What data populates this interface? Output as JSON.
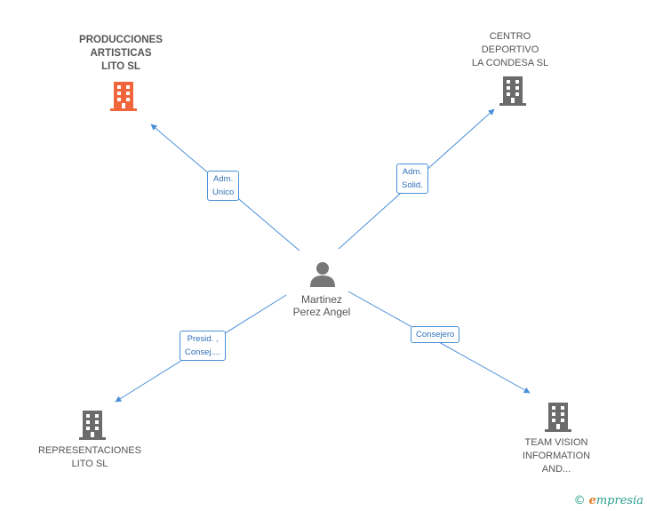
{
  "colors": {
    "edge": "#4a90d9",
    "building_main": "#f0653c",
    "building": "#6b6b6b",
    "person": "#777777"
  },
  "center": {
    "name_line1": "Martinez",
    "name_line2": "Perez Angel",
    "icon": "person-icon"
  },
  "companies": {
    "top_left": {
      "lines": [
        "PRODUCCIONES",
        "ARTISTICAS",
        "LITO SL"
      ],
      "icon": "building-icon"
    },
    "top_right": {
      "lines": [
        "CENTRO",
        "DEPORTIVO",
        "LA CONDESA SL"
      ],
      "icon": "building-icon"
    },
    "bottom_left": {
      "lines": [
        "REPRESENTACIONES",
        "LITO SL"
      ],
      "icon": "building-icon"
    },
    "bottom_right": {
      "lines": [
        "TEAM VISION",
        "INFORMATION",
        "AND..."
      ],
      "icon": "building-icon"
    }
  },
  "relations": {
    "top_left": [
      "Adm.",
      "Unico"
    ],
    "top_right": [
      "Adm.",
      "Solid."
    ],
    "bottom_left": [
      "Presid. ,",
      "Consej...."
    ],
    "bottom_right": [
      "Consejero"
    ]
  },
  "brand": {
    "copyright": "©",
    "e": "e",
    "rest": "mpresia"
  }
}
